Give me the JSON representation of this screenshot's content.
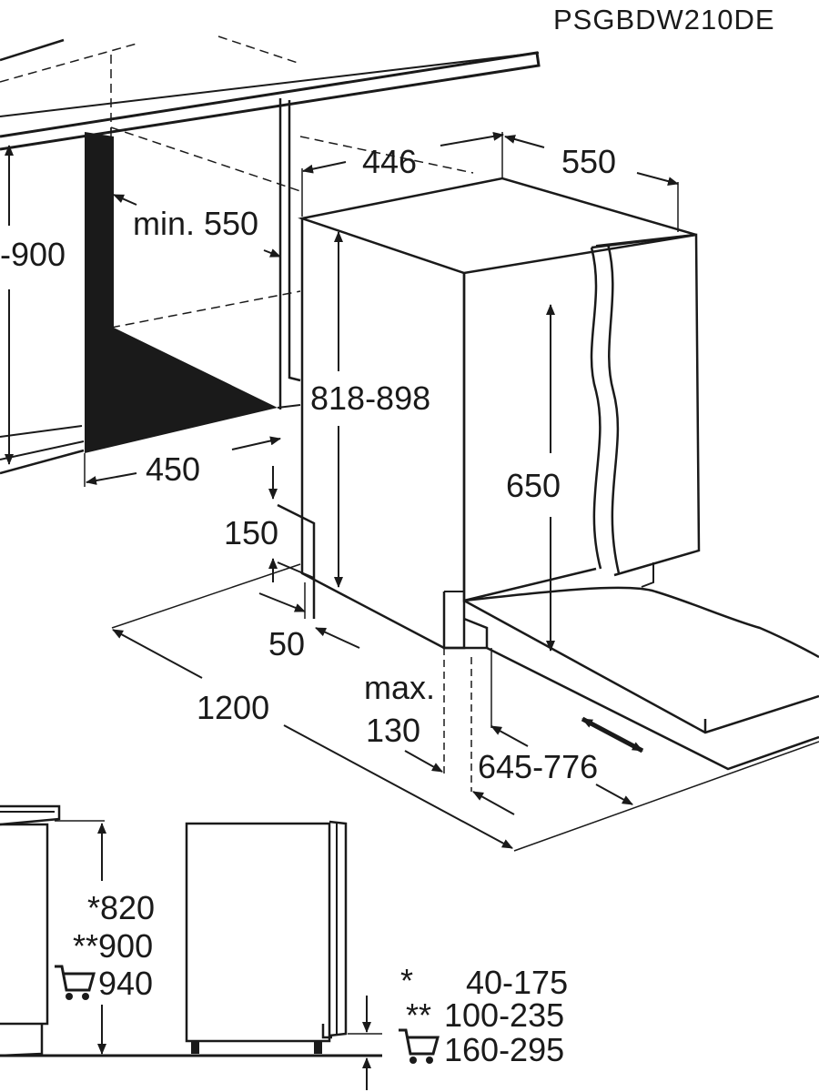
{
  "model": "PSGBDW210DE",
  "dimensions": {
    "cabinet_height_range": "-900",
    "min_depth": "min. 550",
    "niche_width": "450",
    "depth_446": "446",
    "depth_550": "550",
    "height_818_898": "818-898",
    "door_650": "650",
    "plinth_150": "150",
    "gap_50": "50",
    "width_1200": "1200",
    "max_label": "max.",
    "max_value": "130",
    "door_range": "645-776"
  },
  "side_view": {
    "height_star": "*820",
    "height_double_star": "**900",
    "height_cart": "940",
    "range_star_mark": "*",
    "range_star": "40-175",
    "range_double_star_mark": "**",
    "range_double_star": "100-235",
    "range_cart": "160-295"
  },
  "icons": [
    "cart-icon",
    "cart-icon"
  ]
}
